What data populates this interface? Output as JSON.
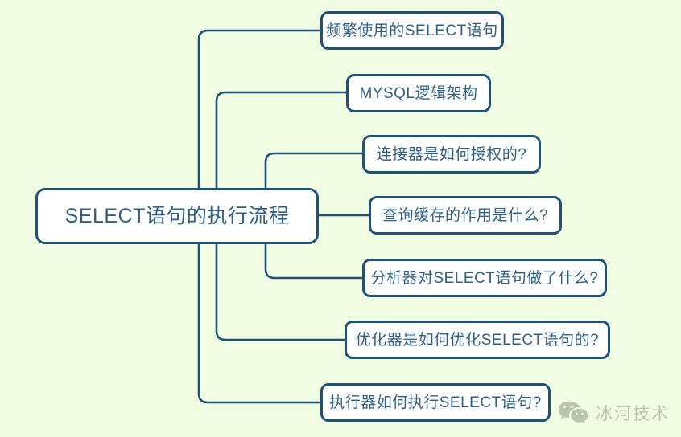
{
  "diagram": {
    "type": "mind-map",
    "title": "SELECT语句的执行流程",
    "background_color": "#f1fde2",
    "node_border_color": "#1f5277",
    "node_fill_color": "#ffffff",
    "text_color": "#2e5f86",
    "root": {
      "label": "SELECT语句的执行流程"
    },
    "branches": [
      {
        "id": "branch-1",
        "label": "频繁使用的SELECT语句"
      },
      {
        "id": "branch-2",
        "label": "MYSQL逻辑架构"
      },
      {
        "id": "branch-3",
        "label": "连接器是如何授权的?"
      },
      {
        "id": "branch-4",
        "label": "查询缓存的作用是什么?"
      },
      {
        "id": "branch-5",
        "label": "分析器对SELECT语句做了什么?"
      },
      {
        "id": "branch-6",
        "label": "优化器是如何优化SELECT语句的?"
      },
      {
        "id": "branch-7",
        "label": "执行器如何执行SELECT语句?"
      }
    ]
  },
  "watermark": {
    "icon": "wechat-icon",
    "text": "冰河技术"
  }
}
